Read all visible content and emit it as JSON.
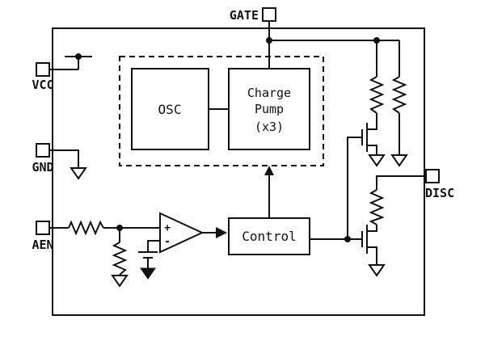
{
  "diagram": {
    "pins": {
      "gate": "GATE",
      "vcc": "VCC",
      "gnd": "GND",
      "aen": "AEN",
      "disc": "DISC"
    },
    "blocks": {
      "osc": "OSC",
      "charge_pump": [
        "Charge",
        "Pump",
        "(x3)"
      ],
      "control": "Control"
    },
    "comparator": {
      "plus_label": "+",
      "minus_label": "-"
    },
    "icons": [
      "ground-icon",
      "resistor-icon",
      "nmos-transistor-icon",
      "battery-reference-icon",
      "junction-dot-icon",
      "arrowhead-icon"
    ],
    "colors": {
      "line": "#111111",
      "background": "#ffffff"
    }
  }
}
